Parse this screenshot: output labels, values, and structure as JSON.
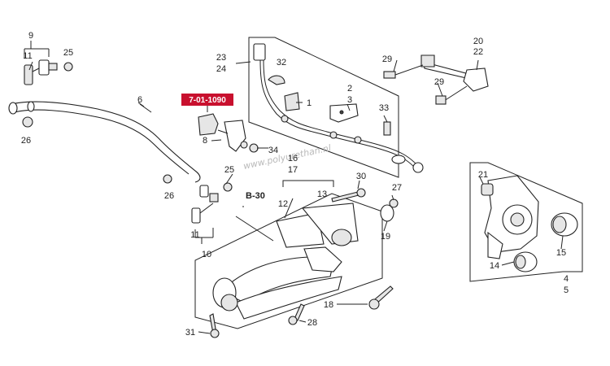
{
  "diagram": {
    "highlight_label": "7-01-1090",
    "watermark": "www.polyurethan.nl",
    "ref_label": "B-30",
    "highlight_color": "#c8102e",
    "part_numbers": {
      "n1": "1",
      "n2": "2",
      "n3": "3",
      "n4": "4",
      "n5": "5",
      "n6": "6",
      "n8": "8",
      "n9": "9",
      "n10": "10",
      "n11a": "11",
      "n11b": "11",
      "n12": "12",
      "n13": "13",
      "n14": "14",
      "n15": "15",
      "n16": "16",
      "n17": "17",
      "n18": "18",
      "n19": "19",
      "n20": "20",
      "n21": "21",
      "n22": "22",
      "n23": "23",
      "n24": "24",
      "n25a": "25",
      "n25b": "25",
      "n26a": "26",
      "n26b": "26",
      "n27": "27",
      "n28": "28",
      "n29a": "29",
      "n29b": "29",
      "n30": "30",
      "n31": "31",
      "n32": "32",
      "n33": "33",
      "n34": "34"
    }
  }
}
